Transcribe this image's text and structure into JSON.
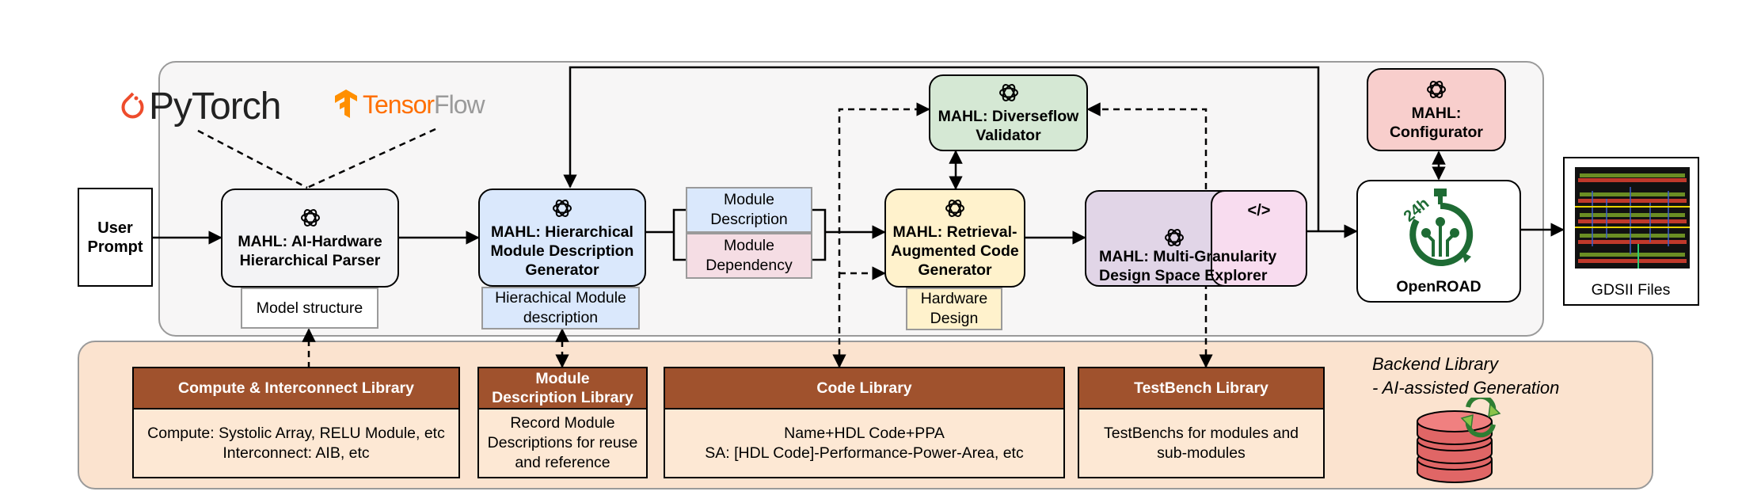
{
  "logos": {
    "pytorch": "PyTorch",
    "tensorflow_a": "Tensor",
    "tensorflow_b": "Flow"
  },
  "user_prompt": "User\nPrompt",
  "nodes": {
    "parser": "MAHL: AI-Hardware\nHierarchical Parser",
    "mdg": "MAHL: Hierarchical\nModule Description\nGenerator",
    "validator": "MAHL: Diverseflow\nValidator",
    "ragen": "MAHL: Retrieval-\nAugmented Code\nGenerator",
    "explorer": "MAHL: Multi-Granularity\nDesign Space Explorer",
    "configurator": "MAHL:\nConfigurator",
    "openroad": "OpenROAD",
    "code_icon": "</>",
    "timer": "24h"
  },
  "subs": {
    "model_structure": "Model structure",
    "hier_desc": "Hierachical Module\ndescription",
    "module_description": "Module\nDescription",
    "module_dependency": "Module\nDependency",
    "hardware_design": "Hardware\nDesign"
  },
  "gdsii": "GDSII Files",
  "libraries": [
    {
      "title": "Compute & Interconnect Library",
      "body": "Compute: Systolic Array, RELU Module, etc\nInterconnect: AIB, etc"
    },
    {
      "title": "Module\nDescription Library",
      "body": "Record Module\nDescriptions for reuse\nand reference"
    },
    {
      "title": "Code Library",
      "body": "Name+HDL Code+PPA\nSA: [HDL Code]-Performance-Power-Area, etc"
    },
    {
      "title": "TestBench Library",
      "body": "TestBenchs for modules and\nsub-modules"
    }
  ],
  "backend": {
    "line1": "Backend Library",
    "line2": "- AI-assisted Generation"
  },
  "colors": {
    "parser": "#f3f3f5",
    "mdg": "#dae8fc",
    "validator": "#d5e8d4",
    "ragen": "#fff2cc",
    "explorer": "#e1d5e7",
    "code": "#f8dcef",
    "configurator": "#f8cecc",
    "library_header": "#a0522d",
    "library_body": "#fde8d4",
    "openroad_green": "#1e6b34"
  }
}
